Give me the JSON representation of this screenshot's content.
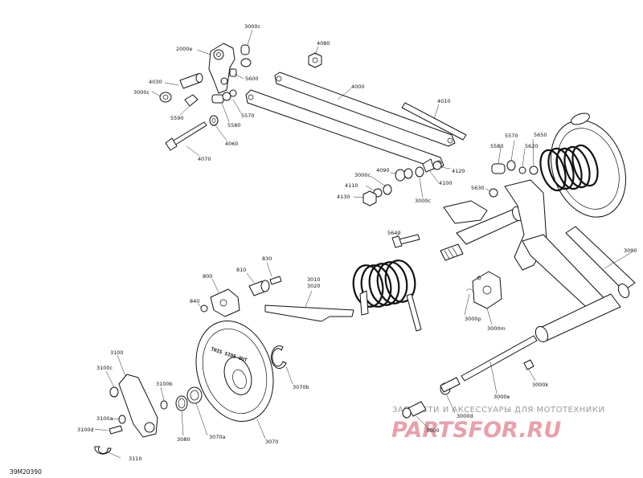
{
  "diagram_code": "39M20390",
  "watermark": {
    "tagline": "ЗАПЧАСТИ И АКСЕССУАРЫ ДЛЯ МОТОТЕХНИКИ",
    "logo": "PARTSFOR.RU"
  },
  "wheel_stamp": "THIS SIDE OUT",
  "callouts": {
    "p2000e": "2000e",
    "p3000c_top": "3000c",
    "p4080": "4080",
    "p5600": "5600",
    "p4030": "4030",
    "p3000c_left": "3000c",
    "p5590": "5590",
    "p5570_top": "5570",
    "p5580_top": "5580",
    "p4060": "4060",
    "p4070": "4070",
    "p4000": "4000",
    "p4010": "4010",
    "p4090": "4090",
    "p3000c_mid": "3000c",
    "p4110": "4110",
    "p4130": "4130",
    "p3000c_right": "3000c",
    "p4100": "4100",
    "p4120": "4120",
    "p5570_right": "5570",
    "p5650": "5650",
    "p5580_right": "5580",
    "p5620": "5620",
    "p5630": "5630",
    "p5640": "5640",
    "p3090": "3090",
    "p830": "830",
    "p810": "810",
    "p800": "800",
    "p840": "840",
    "p3010": "3010",
    "p3020": "3020",
    "p3000p": "3000p",
    "p3000m": "3000m",
    "p3070b": "3070b",
    "p3100": "3100",
    "p3100c": "3100c",
    "p3100b": "3100b",
    "p3100a": "3100a",
    "p3100d": "3100d",
    "p3080": "3080",
    "p3070a": "3070a",
    "p3070": "3070",
    "p3110": "3110",
    "p3000k": "3000k",
    "p3000e": "3000e",
    "p3000d": "3000d",
    "p3000_bottom": "3000"
  }
}
